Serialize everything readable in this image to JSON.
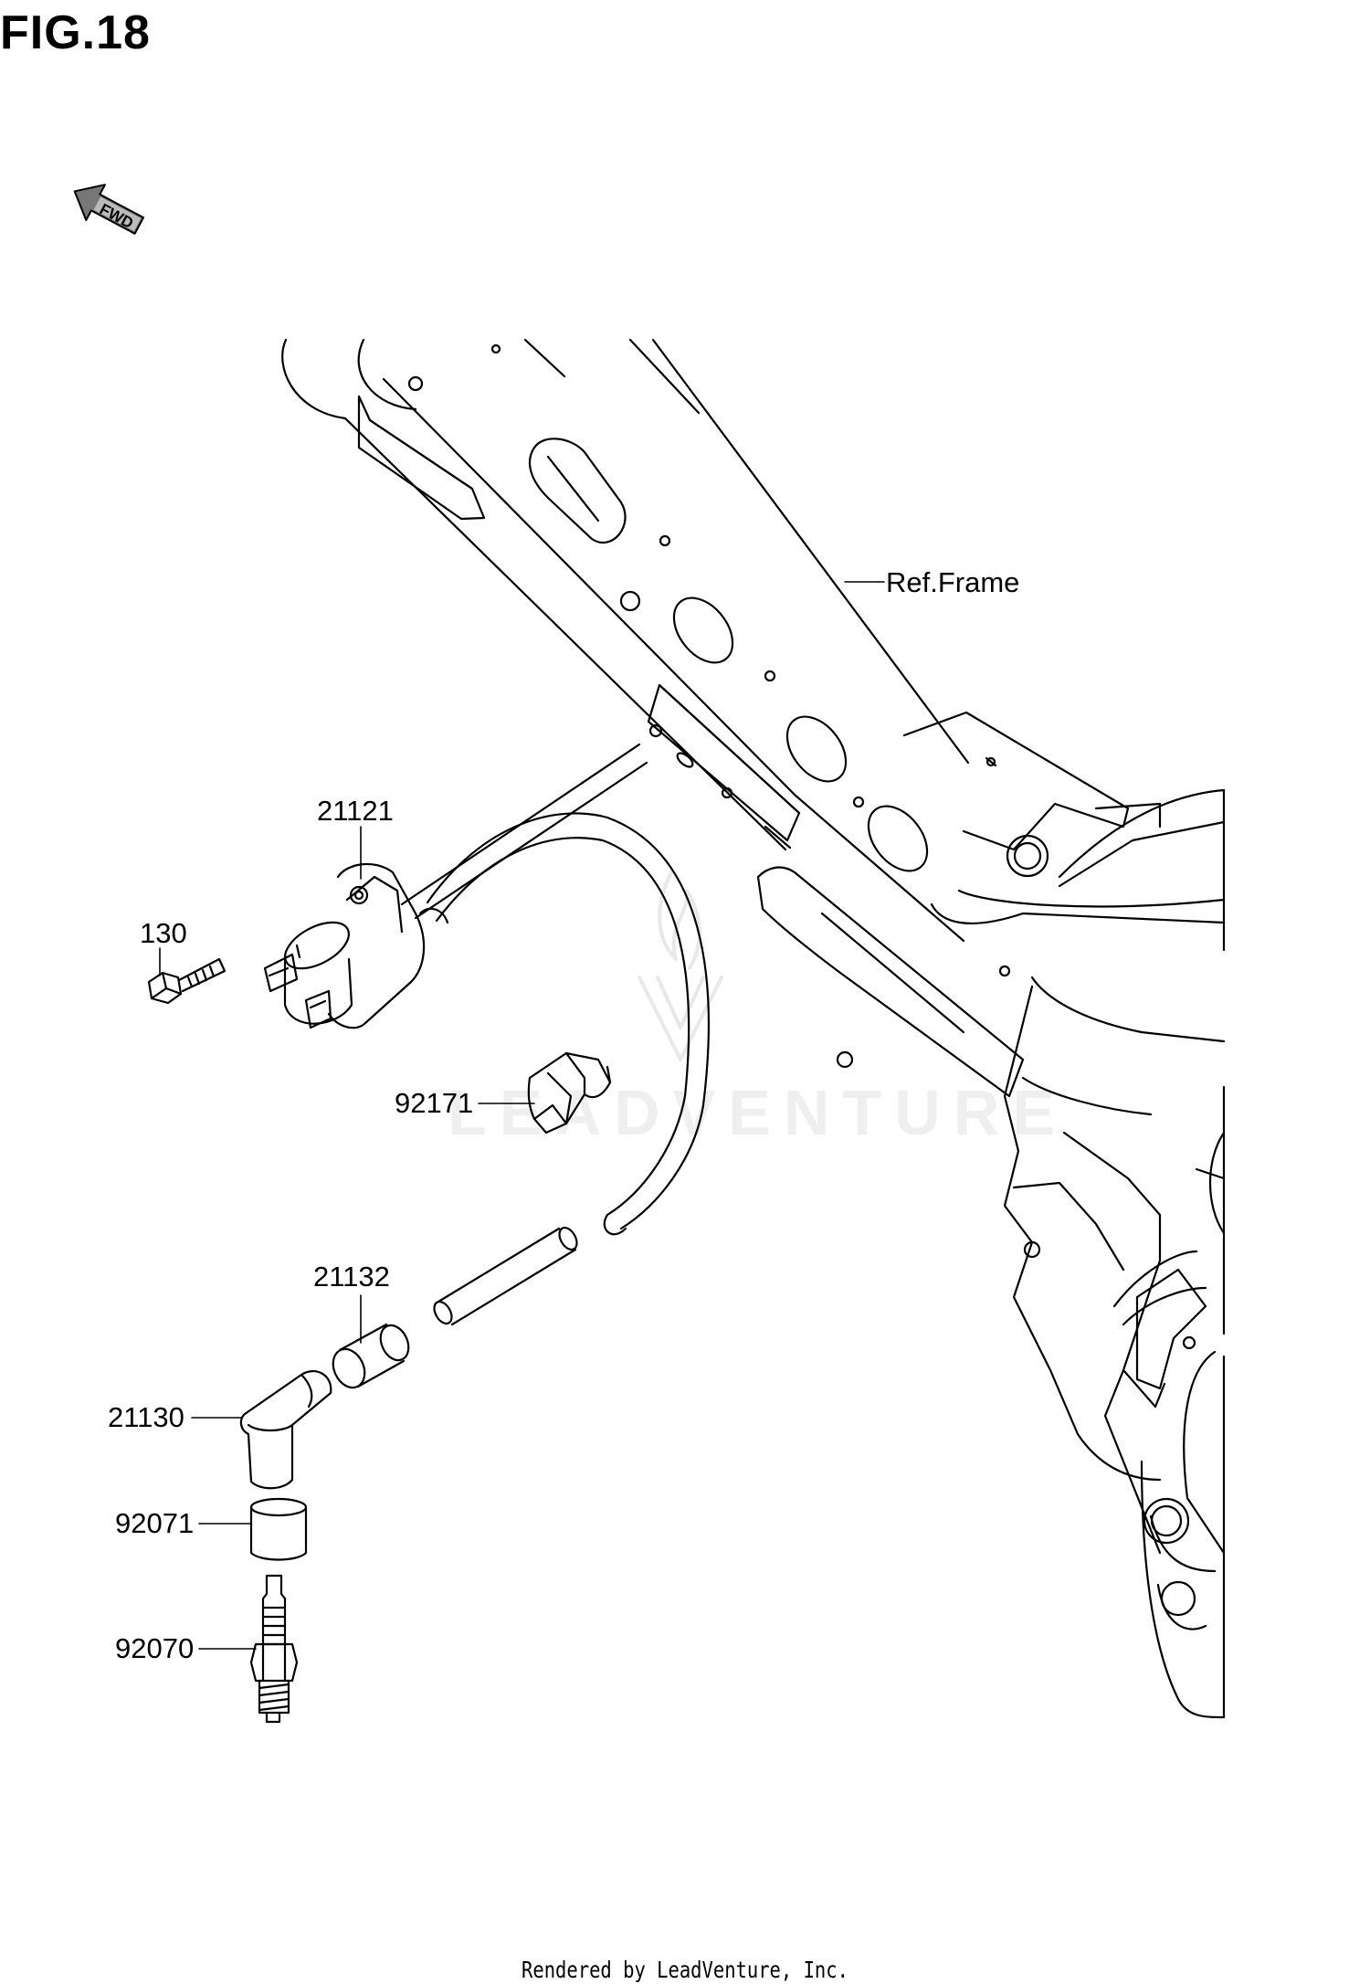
{
  "figure": {
    "title": "FIG.18"
  },
  "direction_marker": {
    "icon": "front-arrow-icon",
    "text": "FWD"
  },
  "callouts": {
    "ref_frame": "Ref.Frame",
    "ignition_coil": "21121",
    "bolt": "130",
    "clamp": "92171",
    "cap_seal": "21132",
    "plug_cap": "21130",
    "plug_cover": "92071",
    "spark_plug": "92070"
  },
  "watermark": {
    "text": "LEADVENTURE",
    "color": "#efefef"
  },
  "footer": {
    "text": "Rendered by LeadVenture, Inc."
  }
}
